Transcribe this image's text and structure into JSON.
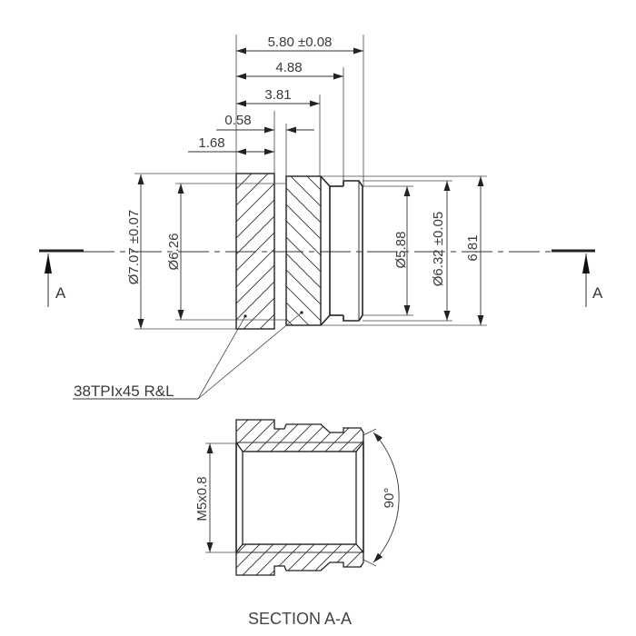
{
  "drawing": {
    "top_view": {
      "dimensions": {
        "overall_length": "5.80 ±0.08",
        "length_to_groove_end": "4.88",
        "length_to_second_thread_end": "3.81",
        "thread_gap": "0.58",
        "first_thread_length": "1.68",
        "outer_diameter_first_thread": "Ø7.07 ±0.07",
        "root_diameter_first_thread": "Ø6.26",
        "groove_diameter": "Ø5.88",
        "neck_diameter": "Ø6.32 ±0.05",
        "second_thread_diameter": "6.81"
      },
      "thread_callout": "38TPIx45 R&L",
      "section_marker_left": "A",
      "section_marker_right": "A"
    },
    "section_view": {
      "internal_thread": "M5x0.8",
      "chamfer_angle": "90°",
      "title": "SECTION A-A"
    },
    "colors": {
      "line": "#333333",
      "background": "#ffffff"
    }
  }
}
